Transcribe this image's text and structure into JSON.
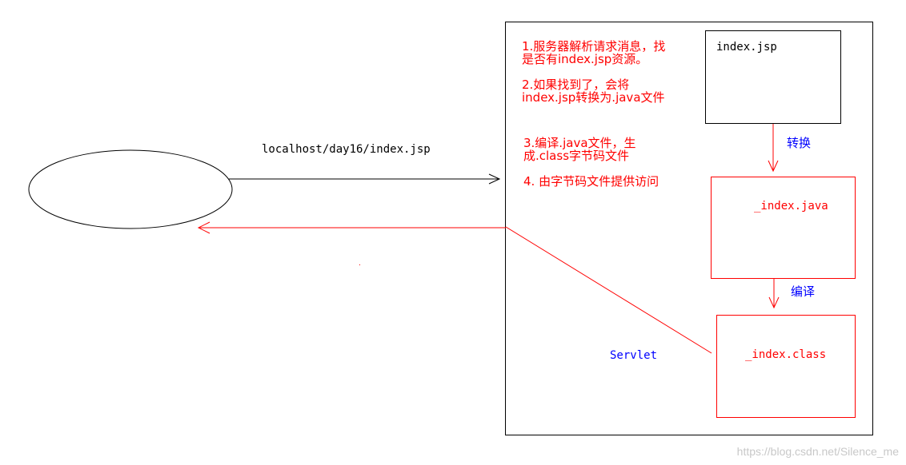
{
  "request": {
    "url_label": "localhost/day16/index.jsp"
  },
  "steps": {
    "step1_line1": "1.服务器解析请求消息，找",
    "step1_line2": "是否有index.jsp资源。",
    "step2_line1": "2.如果找到了，会将",
    "step2_line2": "index.jsp转换为.java文件",
    "step3_line1": "3.编译.java文件，生",
    "step3_line2": "成.class字节码文件",
    "step4": "4. 由字节码文件提供访问"
  },
  "files": {
    "jsp": "index.jsp",
    "java": "_index.java",
    "class": "_index.class"
  },
  "arrows": {
    "convert": "转换",
    "compile": "编译"
  },
  "labels": {
    "servlet": "Servlet"
  },
  "watermark": "https://blog.csdn.net/Silence_me",
  "colors": {
    "red": "#ff0000",
    "blue": "#0000ff",
    "black": "#000000",
    "watermark": "#c8c8c8"
  }
}
